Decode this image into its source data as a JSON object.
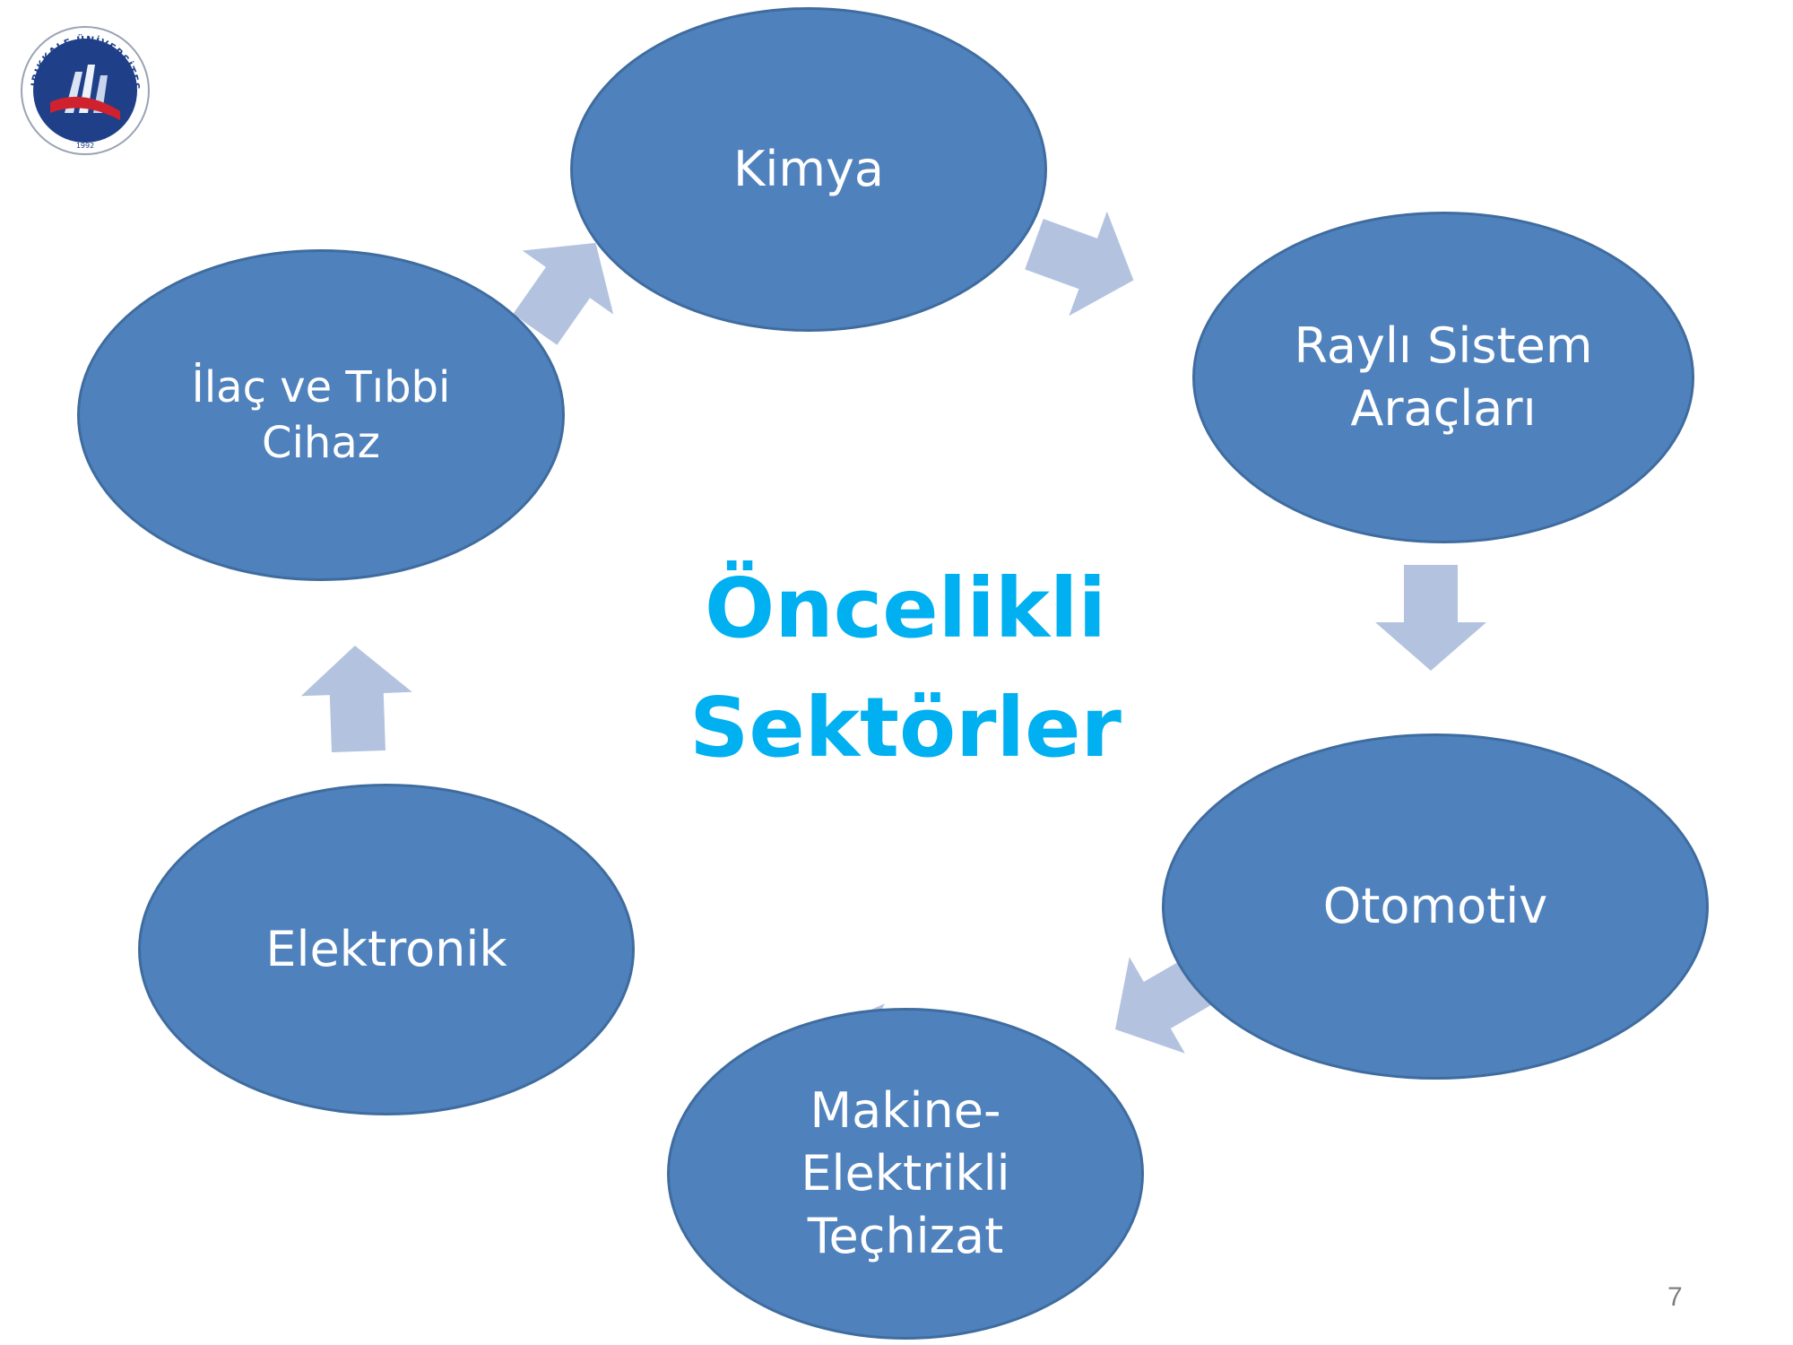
{
  "logo": {
    "ring_text": "KIRIKKALE ÜNİVERSİTESİ",
    "year": "1992"
  },
  "diagram": {
    "center_title": [
      "Öncelikli",
      "Sektörler"
    ],
    "nodes": [
      {
        "id": "kimya",
        "label": "Kimya"
      },
      {
        "id": "rayli",
        "label": "Raylı Sistem\nAraçları"
      },
      {
        "id": "otomotiv",
        "label": "Otomotiv"
      },
      {
        "id": "makine",
        "label": "Makine-\nElektrikli\nTeçhizat"
      },
      {
        "id": "elektronik",
        "label": "Elektronik"
      },
      {
        "id": "ilac",
        "label": "İlaç ve Tıbbi\nCihaz"
      }
    ],
    "flow_direction": "clockwise"
  },
  "page_number": "7",
  "colors": {
    "node_fill": "#4f81bd",
    "node_border": "#3f6c9f",
    "node_text": "#ffffff",
    "arrow_fill": "#b3c3df",
    "title_text": "#00b0f0",
    "logo_navy": "#1f3f88",
    "logo_red": "#d0222e"
  }
}
